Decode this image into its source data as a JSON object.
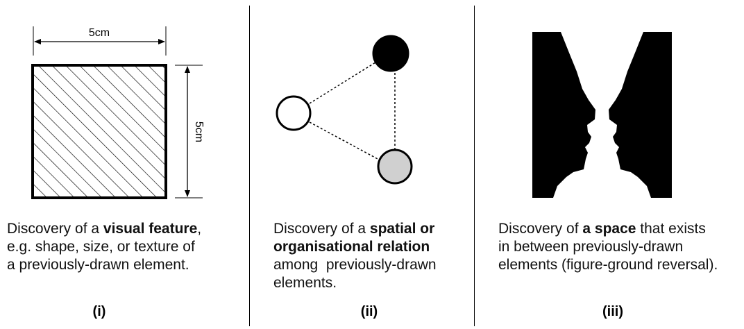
{
  "panels": [
    {
      "label": "(i)",
      "dim_top": "5cm",
      "dim_right": "5cm",
      "caption": {
        "line1_pre": "Discovery of a ",
        "line1_bold": "visual feature",
        "line1_post": ",",
        "line2": "e.g. shape, size, or texture of",
        "line3": "a previously-drawn element."
      }
    },
    {
      "label": "(ii)",
      "caption": {
        "line1_pre": "Discovery of a ",
        "line1_bold": "spatial or",
        "line2_bold": "organisational relation",
        "line3": "among  previously-drawn",
        "line4": "elements."
      },
      "colors": {
        "filled": "#000000",
        "empty": "#ffffff",
        "gray": "#d0d0d0"
      }
    },
    {
      "label": "(iii)",
      "caption": {
        "line1_pre": "Discovery of ",
        "line1_bold": "a space",
        "line1_post": " that exists",
        "line2": "in between previously-drawn",
        "line3": "elements (figure-ground reversal)."
      }
    }
  ]
}
